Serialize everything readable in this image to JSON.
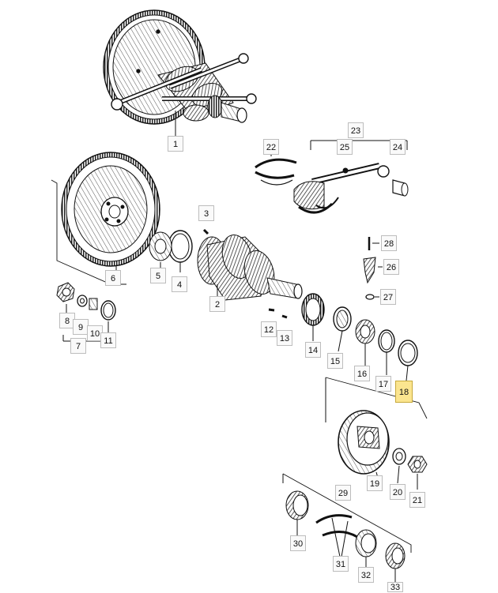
{
  "diagram": {
    "highlighted_part": "18",
    "highlight_color": "#fbe58f",
    "line_color": "#111111",
    "callouts": [
      {
        "id": "c1",
        "label": "1"
      },
      {
        "id": "c2",
        "label": "2"
      },
      {
        "id": "c3",
        "label": "3"
      },
      {
        "id": "c4",
        "label": "4"
      },
      {
        "id": "c5",
        "label": "5"
      },
      {
        "id": "c6",
        "label": "6"
      },
      {
        "id": "c7",
        "label": "7"
      },
      {
        "id": "c8",
        "label": "8"
      },
      {
        "id": "c9",
        "label": "9"
      },
      {
        "id": "c10",
        "label": "10"
      },
      {
        "id": "c11",
        "label": "11"
      },
      {
        "id": "c12",
        "label": "12"
      },
      {
        "id": "c13",
        "label": "13"
      },
      {
        "id": "c14",
        "label": "14"
      },
      {
        "id": "c15",
        "label": "15"
      },
      {
        "id": "c16",
        "label": "16"
      },
      {
        "id": "c17",
        "label": "17"
      },
      {
        "id": "c18",
        "label": "18"
      },
      {
        "id": "c19",
        "label": "19"
      },
      {
        "id": "c20",
        "label": "20"
      },
      {
        "id": "c21",
        "label": "21"
      },
      {
        "id": "c22",
        "label": "22"
      },
      {
        "id": "c23",
        "label": "23"
      },
      {
        "id": "c24",
        "label": "24"
      },
      {
        "id": "c25",
        "label": "25"
      },
      {
        "id": "c26",
        "label": "26"
      },
      {
        "id": "c27",
        "label": "27"
      },
      {
        "id": "c28",
        "label": "28"
      },
      {
        "id": "c29",
        "label": "29"
      },
      {
        "id": "c30",
        "label": "30"
      },
      {
        "id": "c31",
        "label": "31"
      },
      {
        "id": "c32",
        "label": "32"
      },
      {
        "id": "c33",
        "label": "33"
      }
    ]
  }
}
